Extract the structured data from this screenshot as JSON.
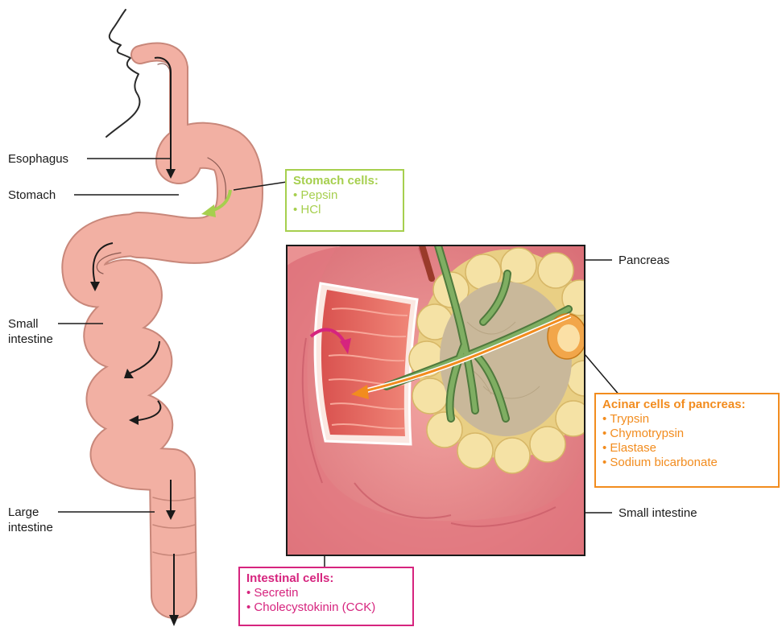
{
  "labels": {
    "esophagus": "Esophagus",
    "stomach": "Stomach",
    "small_intestine_left": [
      "Small",
      "intestine"
    ],
    "large_intestine": [
      "Large",
      "intestine"
    ],
    "pancreas": "Pancreas",
    "small_intestine_right": "Small intestine"
  },
  "callouts": {
    "stomach_cells": {
      "title": "Stomach cells:",
      "items": [
        "Pepsin",
        "HCl"
      ],
      "color": "#a6cf4e"
    },
    "acinar_cells": {
      "title": "Acinar cells of pancreas:",
      "items": [
        "Trypsin",
        "Chymotrypsin",
        "Elastase",
        "Sodium bicarbonate"
      ],
      "color": "#f28c1e"
    },
    "intestinal_cells": {
      "title": "Intestinal cells:",
      "items": [
        "Secretin",
        "Cholecystokinin (CCK)"
      ],
      "color": "#d6247e"
    }
  },
  "colors": {
    "tract_fill": "#f2b0a3",
    "tract_outline": "#c8877a",
    "intestine_wall": "#e5838a",
    "mucosa": "#e0605a",
    "pancreas_lobules": "#f5e2a5",
    "duct": "#6f9a55"
  }
}
